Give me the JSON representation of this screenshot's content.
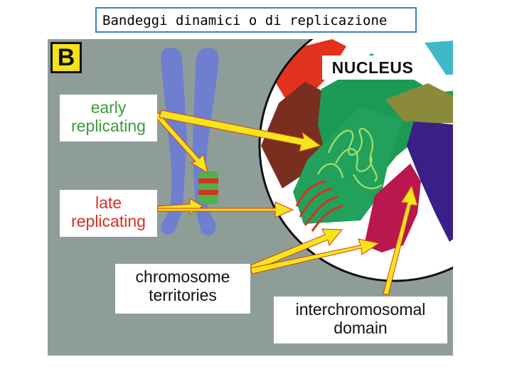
{
  "slide": {
    "title": "Bandeggi dinamici o di replicazione"
  },
  "figure": {
    "panel_letter": "B",
    "labels": {
      "nucleus": "NUCLEUS",
      "early_line1": "early",
      "early_line2": "replicating",
      "late_line1": "late",
      "late_line2": "replicating",
      "territories_line1": "chromosome",
      "territories_line2": "territories",
      "interchrom_line1": "interchromosomal",
      "interchrom_line2": "domain"
    },
    "colors": {
      "background": "#8f9d99",
      "chromosome": "#6f7fd0",
      "early_label": "#3f9a3a",
      "late_label": "#d9301f",
      "arrow": "#f4e619",
      "arrow_outline": "#d43a1c",
      "panel_letter_bg": "#f3e21a"
    }
  }
}
